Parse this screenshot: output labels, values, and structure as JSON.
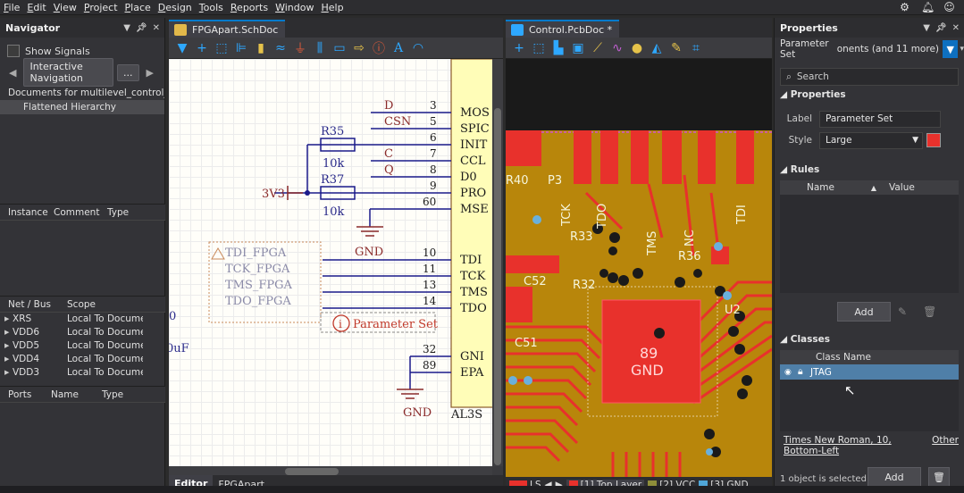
{
  "menu": [
    "File",
    "Edit",
    "View",
    "Project",
    "Place",
    "Design",
    "Tools",
    "Reports",
    "Window",
    "Help"
  ],
  "navigator": {
    "title": "Navigator",
    "show_signals": "Show Signals",
    "interactive_nav": "Interactive Navigation",
    "more": "...",
    "documents": [
      "Documents for multilevel_control_bo...",
      "Flattened Hierarchy"
    ],
    "instance_cols": [
      "Instance",
      "Comment",
      "Type"
    ],
    "net_cols": [
      "Net / Bus",
      "Scope"
    ],
    "nets": [
      {
        "name": "XRS",
        "scope": "Local To Documer"
      },
      {
        "name": "VDD6",
        "scope": "Local To Documer"
      },
      {
        "name": "VDD5",
        "scope": "Local To Documer"
      },
      {
        "name": "VDD4",
        "scope": "Local To Documer"
      },
      {
        "name": "VDD3",
        "scope": "Local To Documer"
      }
    ],
    "ports_cols": [
      "Ports",
      "Name",
      "Type"
    ]
  },
  "schematic": {
    "tab": "FPGApart.SchDoc",
    "bottom_tabs": [
      "Editor",
      "FPGApart"
    ],
    "resistors": [
      {
        "ref": "R35",
        "value": "10k"
      },
      {
        "ref": "R37",
        "value": "10k"
      }
    ],
    "power_3v3": "3V3",
    "gnd": "GND",
    "pin_nets_left": [
      "D",
      "CSN",
      "C",
      "Q"
    ],
    "pin_numbers": [
      "3",
      "5",
      "6",
      "7",
      "8",
      "9",
      "60",
      "10",
      "11",
      "13",
      "14",
      "32",
      "89"
    ],
    "pin_names": [
      "MOS",
      "SPIC",
      "INIT",
      "CCL",
      "D0",
      "PRO",
      "MSE",
      "TDI",
      "TCK",
      "TMS",
      "TDO",
      "GNI",
      "EPA"
    ],
    "jtag_nets": [
      "TDI_FPGA",
      "TCK_FPGA",
      "TMS_FPGA",
      "TDO_FPGA"
    ],
    "param_set": "Parameter Set",
    "ic_ref": "AL3S",
    "left_text_1": "0",
    "left_text_2": "0uF"
  },
  "pcb": {
    "tab": "Control.PcbDoc *",
    "layers": [
      {
        "name": "LS",
        "color": "#e8312c"
      },
      {
        "name": "[1] Top Layer",
        "color": "#e8312c"
      },
      {
        "name": "[2] VCC",
        "color": "#8e8e3a"
      },
      {
        "name": "[3] GND",
        "color": "#4fa6d8"
      }
    ],
    "labels": [
      "R40",
      "P3",
      "TCK",
      "TDO",
      "TDI",
      "R33",
      "TMS",
      "NC",
      "R36",
      "C52",
      "R32",
      "U2",
      "C51"
    ],
    "pad_label_1": "89",
    "pad_label_2": "GND"
  },
  "properties": {
    "title": "Properties",
    "filter_text": "Parameter Set",
    "filter_suffix": "onents (and 11 more)",
    "search_placeholder": "Search",
    "section_properties": "Properties",
    "label_field": "Label",
    "label_value": "Parameter Set",
    "style_field": "Style",
    "style_value": "Large",
    "style_color": "#e8312c",
    "section_rules": "Rules",
    "rules_cols": [
      "Name",
      "Value"
    ],
    "add": "Add",
    "section_classes": "Classes",
    "class_col": "Class Name",
    "class_row": "JTAG",
    "font_link": "Times New Roman, 10, Bottom-Left",
    "other": "Other",
    "status": "1 object is selected"
  }
}
